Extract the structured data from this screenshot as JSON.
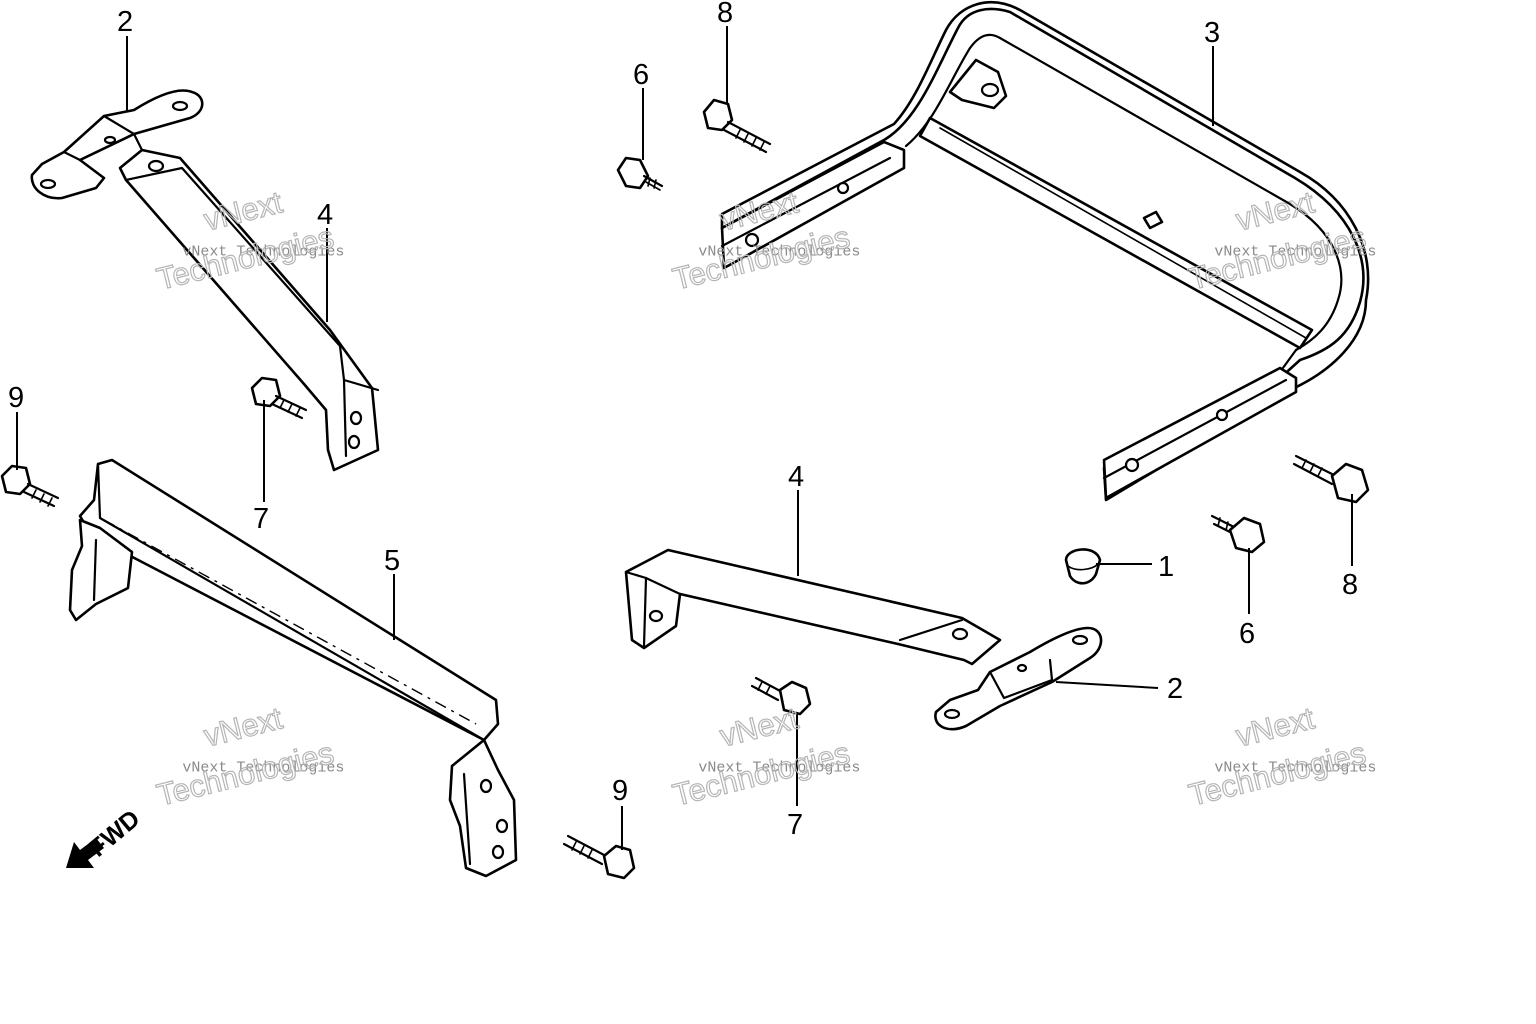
{
  "callouts": {
    "c1": "1",
    "c2a": "2",
    "c2b": "2",
    "c3": "3",
    "c4a": "4",
    "c4b": "4",
    "c5": "5",
    "c6a": "6",
    "c6b": "6",
    "c7a": "7",
    "c7b": "7",
    "c8a": "8",
    "c8b": "8",
    "c9a": "9",
    "c9b": "9"
  },
  "direction_label": "FWD",
  "watermark": {
    "brand": "vNext",
    "company": "vNext Technologies",
    "word": "Technologies"
  },
  "colors": {
    "line": "#000000",
    "background": "#ffffff",
    "watermark_text": "#8a8a8a",
    "watermark_outline": "#b5b5b5"
  }
}
